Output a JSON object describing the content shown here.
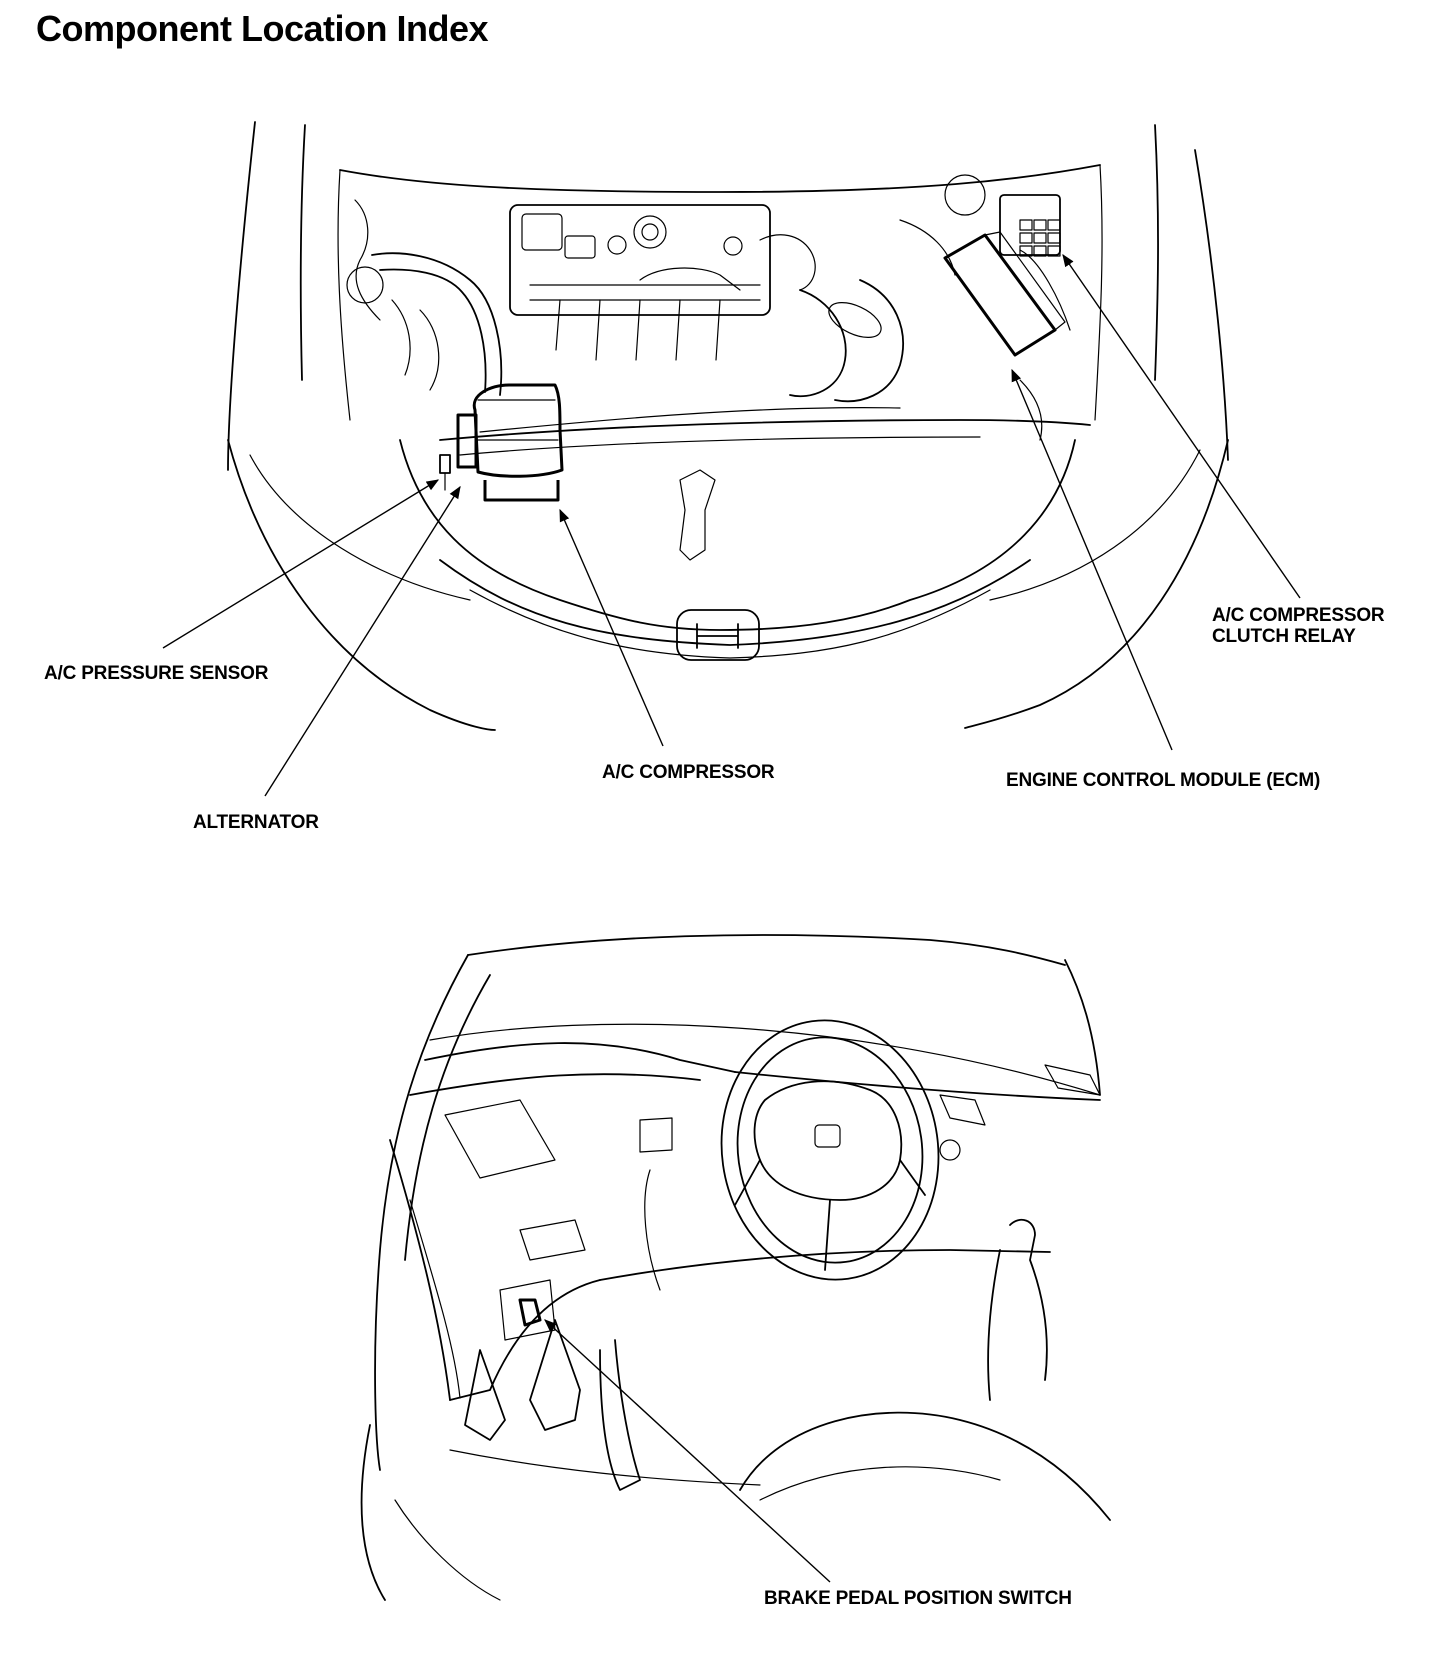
{
  "title": "Component Location Index",
  "engine_labels": {
    "ac_pressure_sensor": "A/C PRESSURE SENSOR",
    "alternator": "ALTERNATOR",
    "ac_compressor": "A/C COMPRESSOR",
    "ecm": "ENGINE CONTROL MODULE (ECM)",
    "ac_compressor_clutch_relay": [
      "A/C COMPRESSOR",
      "CLUTCH RELAY"
    ]
  },
  "cabin_labels": {
    "brake_pedal_position_switch": "BRAKE PEDAL POSITION SWITCH"
  }
}
